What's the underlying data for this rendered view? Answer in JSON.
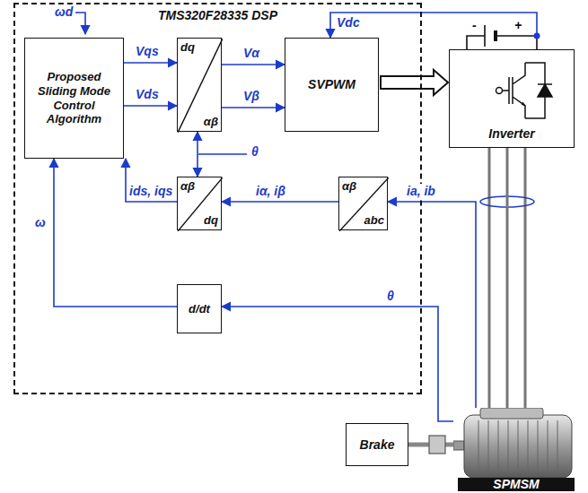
{
  "diagram": {
    "nodes": [
      {
        "text": [
          "TMS320F28335 DSP"
        ]
      },
      {
        "text": [
          "Proposed Sliding Mode Control Algorithm"
        ],
        "in": 0
      },
      {
        "text": [
          "dq",
          "αβ"
        ],
        "in": 0
      },
      {
        "text": [
          "SVPWM"
        ],
        "in": 0
      },
      {
        "text": [
          "αβ",
          "dq"
        ],
        "in": 0
      },
      {
        "text": [
          "αβ",
          "abc"
        ],
        "in": 0
      },
      {
        "text": [
          "d/dt"
        ],
        "in": 0
      },
      {
        "text": [
          "Inverter"
        ]
      },
      {
        "text": [
          "Brake"
        ]
      },
      {
        "text": [
          "SPMSM"
        ]
      }
    ],
    "edges": [
      {
        "from": 1,
        "to": 2,
        "label": "Vqs",
        "arrow": "to"
      },
      {
        "from": 1,
        "to": 2,
        "label": "Vds",
        "arrow": "to"
      },
      {
        "from": 2,
        "to": 3,
        "label": "Vα",
        "arrow": "to"
      },
      {
        "from": 2,
        "to": 3,
        "label": "Vβ",
        "arrow": "to"
      },
      {
        "from": 7,
        "to": 3,
        "label": "Vdc",
        "arrow": "to"
      },
      {
        "from": 3,
        "to": 7,
        "arrow": "to"
      },
      {
        "from": 4,
        "to": 2,
        "arrow": "both"
      },
      {
        "from": 9,
        "to": 5,
        "label": "ia, ib",
        "arrow": "to"
      },
      {
        "from": 5,
        "to": 4,
        "label": "iα, iβ",
        "arrow": "to"
      },
      {
        "from": 4,
        "to": 1,
        "label": "ids, iqs",
        "arrow": "to"
      },
      {
        "from": 9,
        "to": 6,
        "label": "θ",
        "arrow": "to"
      },
      {
        "from": 6,
        "to": 1,
        "label": "ω",
        "arrow": "to"
      },
      {
        "from": 7,
        "to": 9,
        "arrow": "none"
      },
      {
        "from": 8,
        "to": 9,
        "arrow": "none"
      }
    ],
    "labels": [
      "ωd",
      "θ",
      "-",
      "+"
    ]
  }
}
